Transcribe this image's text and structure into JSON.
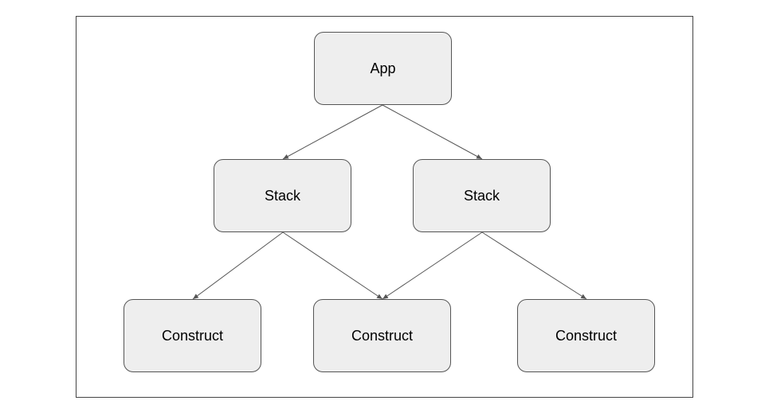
{
  "diagram": {
    "nodes": {
      "app": {
        "label": "App"
      },
      "stack_left": {
        "label": "Stack"
      },
      "stack_right": {
        "label": "Stack"
      },
      "construct_left": {
        "label": "Construct"
      },
      "construct_middle": {
        "label": "Construct"
      },
      "construct_right": {
        "label": "Construct"
      }
    },
    "edges": [
      {
        "from": "app",
        "to": "stack_left"
      },
      {
        "from": "app",
        "to": "stack_right"
      },
      {
        "from": "stack_left",
        "to": "construct_left"
      },
      {
        "from": "stack_left",
        "to": "construct_middle"
      },
      {
        "from": "stack_right",
        "to": "construct_middle"
      },
      {
        "from": "stack_right",
        "to": "construct_right"
      }
    ],
    "colors": {
      "node_fill": "#eeeeee",
      "node_border": "#555555",
      "edge": "#555555",
      "frame_border": "#444444"
    }
  }
}
